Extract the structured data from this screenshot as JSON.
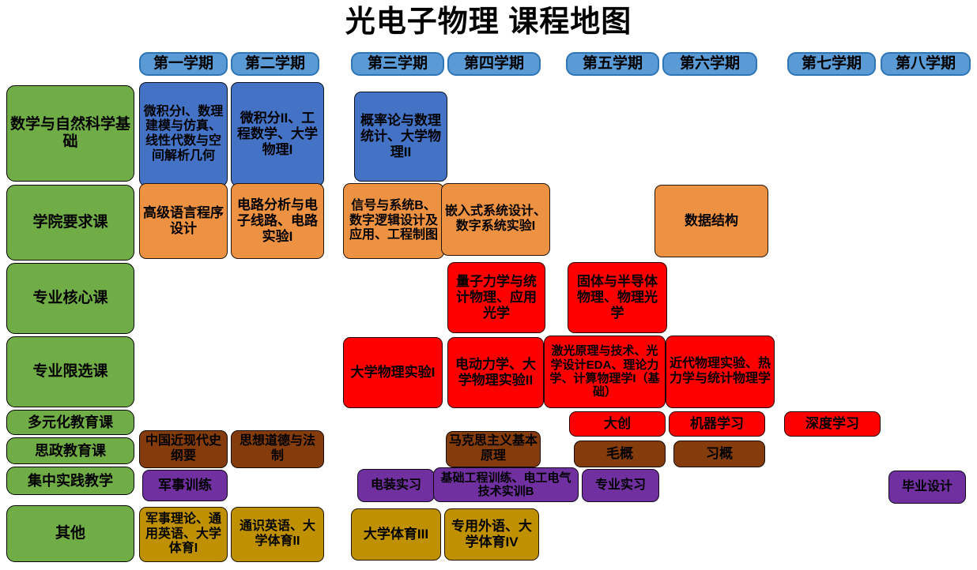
{
  "title": "光电子物理 课程地图",
  "colors": {
    "semester_header": "#5B9BD5",
    "row_label": "#70AD47",
    "math_basic": "#4472C4",
    "college_required": "#ED9142",
    "major_core": "#FF0000",
    "major_restricted": "#FF0000",
    "diversified": "#FF0000",
    "ideological": "#843C0C",
    "practical": "#7030A0",
    "other": "#BF9000",
    "background": "#FFFFFF",
    "text": "#000000"
  },
  "semesters": [
    {
      "label": "第一学期"
    },
    {
      "label": "第二学期"
    },
    {
      "label": "第三学期"
    },
    {
      "label": "第四学期"
    },
    {
      "label": "第五学期"
    },
    {
      "label": "第六学期"
    },
    {
      "label": "第七学期"
    },
    {
      "label": "第八学期"
    }
  ],
  "rows": [
    {
      "label": "数学与自然\n科学基础"
    },
    {
      "label": "学院要求课"
    },
    {
      "label": "专业核心课"
    },
    {
      "label": "专业限选课"
    },
    {
      "label": "多元化教育课"
    },
    {
      "label": "思政教育课"
    },
    {
      "label": "集中实践教学"
    },
    {
      "label": "其他"
    }
  ],
  "row_labels": {
    "math_natural_science": "数学与自然科学基础",
    "college_required": "学院要求课",
    "major_core": "专业核心课",
    "major_restricted": "专业限选课",
    "diversified_education": "多元化教育课",
    "ideological_education": "思政教育课",
    "intensive_practice": "集中实践教学",
    "other": "其他"
  },
  "courses": {
    "math_s1": "微积分I、数理建模与仿真、线性代数与空间解析几何",
    "math_s2": "微积分II、工程数学、大学物理I",
    "math_s3": "概率论与数理统计、大学物理II",
    "college_s1": "高级语言程序设计",
    "college_s2": "电路分析与电子线路、电路实验I",
    "college_s3": "信号与系统B、数字逻辑设计及应用、工程制图",
    "college_s4": "嵌入式系统设计、数字系统实验I",
    "college_s6": "数据结构",
    "core_s4": "量子力学与统计物理、应用光学",
    "core_s5": "固体与半导体物理、物理光学",
    "restricted_s3": "大学物理实验I",
    "restricted_s4": "电动力学、大学物理实验II",
    "restricted_s5": "激光原理与技术、光学设计EDA、理论力学、计算物理学I（基础）",
    "restricted_s6": "近代物理实验、热力学与统计物理学",
    "diverse_s5": "大创",
    "diverse_s6": "机器学习",
    "diverse_s7": "深度学习",
    "ideo_s1": "中国近现代史纲要",
    "ideo_s2": "思想道德与法制",
    "ideo_s4": "马克思主义基本原理",
    "ideo_s5": "毛概",
    "ideo_s6": "习概",
    "practice_s1": "军事训练",
    "practice_s3": "电装实习",
    "practice_s4": "基础工程训练、电工电气技术实训B",
    "practice_s5": "专业实习",
    "practice_s8": "毕业设计",
    "other_s1": "军事理论、通用英语、大学体育I",
    "other_s2": "通识英语、大学体育II",
    "other_s3": "大学体育III",
    "other_s4": "专用外语、大学体育IV"
  }
}
